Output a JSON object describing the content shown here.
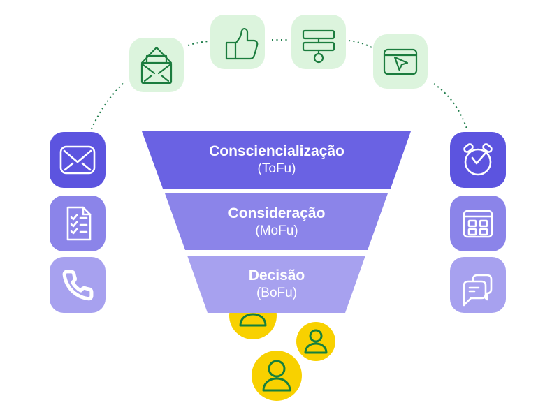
{
  "colors": {
    "page_bg": "#ffffff",
    "green_tile": "#dcf4dd",
    "green_stroke": "#1b7c3e",
    "dot_green": "#1e7c4a",
    "purple_dark": "#5c54df",
    "purple_mid": "#8b84e9",
    "purple_light": "#a7a1ef",
    "yellow": "#f8d100",
    "person_stroke": "#15803d",
    "funnel_text": "#ffffff"
  },
  "funnel": {
    "levels": [
      {
        "id": "tofu",
        "title": "Consciencialização",
        "subtitle": "(ToFu)",
        "color": "#6a62e3"
      },
      {
        "id": "mofu",
        "title": "Consideração",
        "subtitle": "(MoFu)",
        "color": "#8b84e9"
      },
      {
        "id": "bofu",
        "title": "Decisão",
        "subtitle": "(BoFu)",
        "color": "#a7a1ef"
      }
    ]
  },
  "top_icons": [
    {
      "name": "envelope-open-icon"
    },
    {
      "name": "thumbs-up-icon"
    },
    {
      "name": "workflow-icon"
    },
    {
      "name": "browser-cursor-icon"
    }
  ],
  "left_icons": [
    {
      "name": "mail-icon",
      "tier": "dark"
    },
    {
      "name": "checklist-document-icon",
      "tier": "mid"
    },
    {
      "name": "phone-icon",
      "tier": "light"
    }
  ],
  "right_icons": [
    {
      "name": "alarm-clock-icon",
      "tier": "dark"
    },
    {
      "name": "calendar-grid-icon",
      "tier": "mid"
    },
    {
      "name": "chat-bubbles-icon",
      "tier": "light"
    }
  ],
  "leads": {
    "count": 3,
    "icon": "person-icon"
  }
}
